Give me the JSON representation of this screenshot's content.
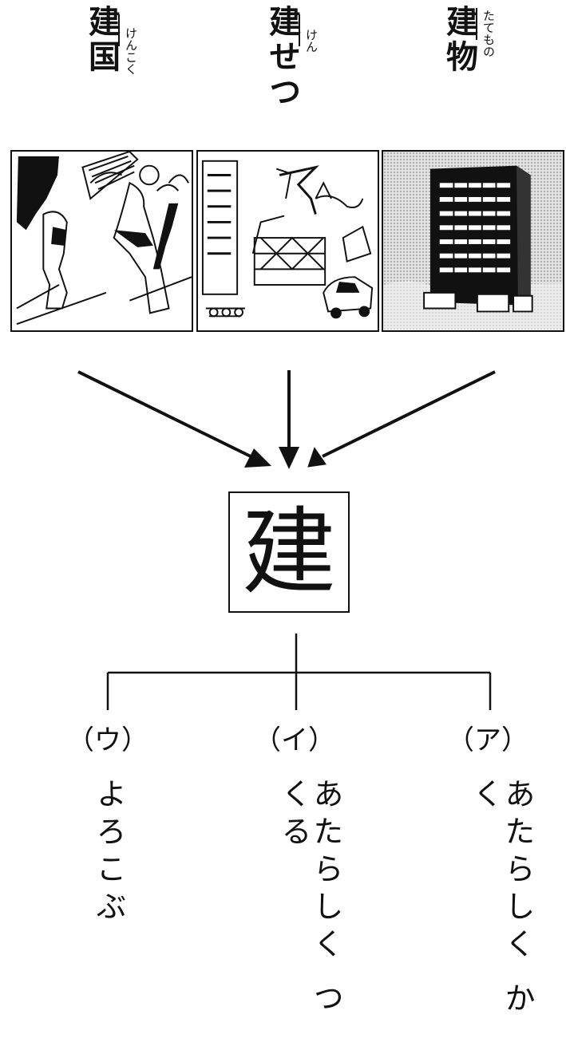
{
  "words": [
    {
      "main": "建国",
      "ruby": "けんこく"
    },
    {
      "main": "建せつ",
      "ruby": "けん"
    },
    {
      "main": "建物",
      "ruby": "たてもの"
    }
  ],
  "pictures": [
    {
      "icon": "flag-bearers-icon"
    },
    {
      "icon": "construction-site-icon"
    },
    {
      "icon": "building-icon"
    }
  ],
  "kanji": "建",
  "meanings": [
    {
      "label": "（ウ）",
      "text": "よろこぶ"
    },
    {
      "label": "（イ）",
      "text": "あたらしく つくる"
    },
    {
      "label": "（ア）",
      "text": "あたらしく かく"
    }
  ]
}
